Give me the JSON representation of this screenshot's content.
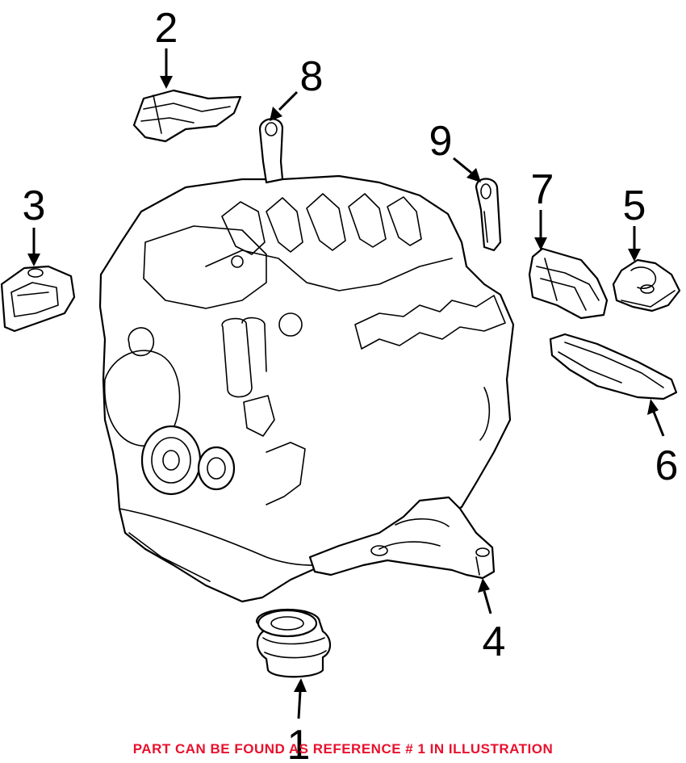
{
  "diagram": {
    "reference_numbers": [
      "1",
      "2",
      "3",
      "4",
      "5",
      "6",
      "7",
      "8",
      "9"
    ]
  },
  "footer": {
    "note": "PART CAN BE FOUND AS REFERENCE # 1 IN ILLUSTRATION",
    "color": "#e8112d"
  },
  "colors": {
    "lines": "#000000",
    "background": "#ffffff"
  }
}
